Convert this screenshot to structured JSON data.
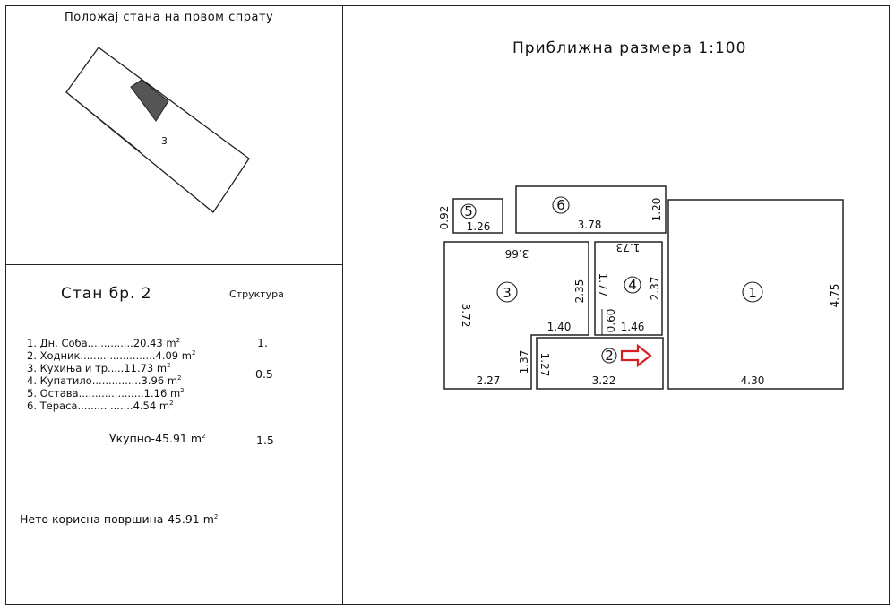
{
  "location_panel": {
    "title": "Положај стана на првом спрату",
    "building_label": "3"
  },
  "plan_panel": {
    "scale_title": "Приближна размера 1:100"
  },
  "apartment": {
    "title": "Стан бр. 2",
    "structure_header": "Структура",
    "rooms": [
      {
        "label": "1. Дн. Соба..............20.43 m",
        "structure": "1."
      },
      {
        "label": "2. Ходник.......................4.09 m",
        "structure": ""
      },
      {
        "label": "3. Кухиња и тр.....11.73 m",
        "structure": "0.5"
      },
      {
        "label": "4. Купатило...............3.96 m",
        "structure": ""
      },
      {
        "label": "5. Остава....................1.16 m",
        "structure": ""
      },
      {
        "label": "6. Тераса......... .......4.54 m",
        "structure": ""
      }
    ],
    "sq": "2",
    "total_label": "Укупно-45.91 m",
    "total_structure": "1.5",
    "net_label": "Нето корисна површина-45.91 m"
  },
  "floor_plan": {
    "room_numbers": [
      "1",
      "2",
      "3",
      "4",
      "5",
      "6"
    ],
    "dimensions": {
      "r5_h": "0.92",
      "r5_w": "1.26",
      "r6_w": "3.78",
      "r6_h": "1.20",
      "r3_top": "3.66",
      "r3_left": "3.72",
      "r3_right": "2.35",
      "r3_inner": "1.40",
      "r3_bottom": "2.27",
      "r3_low": "1.37",
      "r4_top": "1.73",
      "r4_left": "1.77",
      "r4_right": "2.37",
      "r4_bottom": "1.46",
      "r4_step": "0.60",
      "r2_left": "1.27",
      "r2_bottom": "3.22",
      "r1_right": "4.75",
      "r1_bottom": "4.30"
    },
    "arrow_color": "#d42020"
  }
}
